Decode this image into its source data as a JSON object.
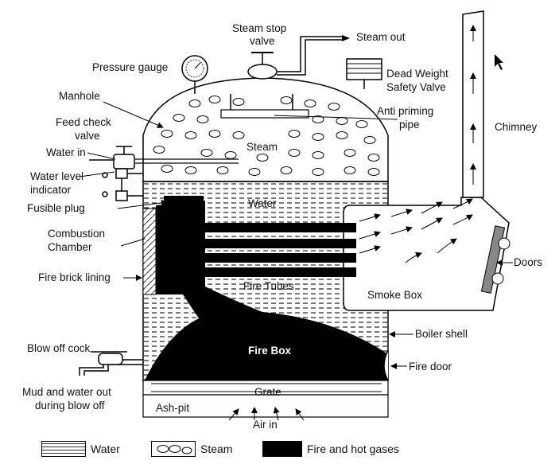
{
  "labels": {
    "steam_stop_valve_line1": "Steam stop",
    "steam_stop_valve_line2": "valve",
    "steam_out": "Steam out",
    "pressure_gauge": "Pressure gauge",
    "dead_weight_line1": "Dead Weight",
    "dead_weight_line2": "Safety Valve",
    "manhole": "Manhole",
    "anti_priming_line1": "Anti priming",
    "anti_priming_line2": "pipe",
    "feed_check_line1": "Feed check",
    "feed_check_line2": "valve",
    "chimney": "Chimney",
    "steam": "Steam",
    "water_in": "Water in",
    "water_level_line1": "Water level",
    "water_level_line2": "indicator",
    "fusible_plug": "Fusible plug",
    "water": "Water",
    "combustion_line1": "Combustion",
    "combustion_line2": "Chamber",
    "doors": "Doors",
    "fire_brick_lining": "Fire brick lining",
    "fire_tubes": "Fire Tubes",
    "smoke_box": "Smoke Box",
    "boiler_shell": "Boiler shell",
    "blow_off_cock": "Blow off cock",
    "fire_box": "Fire Box",
    "fire_door": "Fire door",
    "grate": "Grate",
    "mud_line1": "Mud and water out",
    "mud_line2": "during blow off",
    "ash_pit": "Ash-pit",
    "air_in": "Air in"
  },
  "legend": {
    "water": "Water",
    "steam": "Steam",
    "fire": "Fire and hot gases"
  }
}
